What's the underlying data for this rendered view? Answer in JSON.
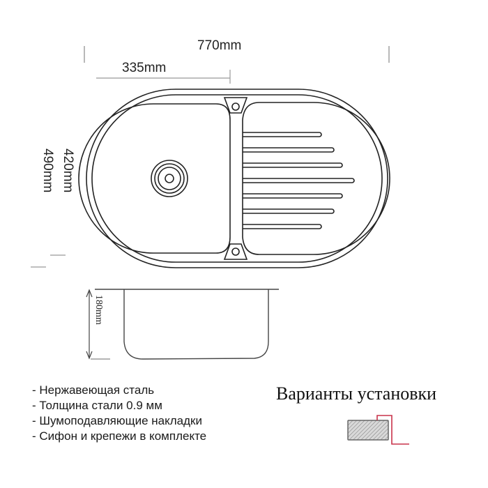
{
  "dimensions": {
    "total_length": "770mm",
    "bowl_width": "335mm",
    "inner_depth_width": "420mm",
    "total_width": "490mm",
    "bowl_depth": "180mm"
  },
  "features": [
    "- Нержавеющая сталь",
    "- Толщина стали 0.9 мм",
    "- Шумоподавляющие накладки",
    "- Сифон и крепежи в комплекте"
  ],
  "installation": {
    "title": "Варианты установки",
    "accent_color": "#c8324a"
  },
  "drawing": {
    "line_color": "#222222",
    "drainboard_ribs": 7
  }
}
